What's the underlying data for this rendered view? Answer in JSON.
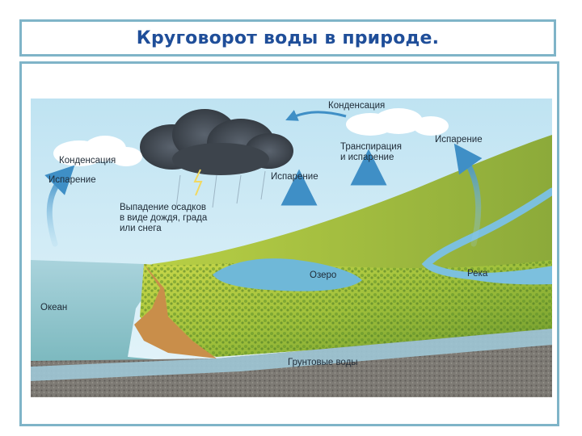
{
  "title": "Круговорот воды в природе.",
  "labels": {
    "condensation_top": "Конденсация",
    "condensation_left": "Конденсация",
    "evaporation_left": "Испарение",
    "precipitation_line1": "Выпадение осадков",
    "precipitation_line2": "в виде дождя, града",
    "precipitation_line3": "или снега",
    "evaporation_middle": "Испарение",
    "transpiration_line1": "Транспирация",
    "transpiration_line2": "и испарение",
    "evaporation_right": "Испарение",
    "lake": "Озеро",
    "river": "Река",
    "ocean": "Океан",
    "groundwater": "Грунтовые воды"
  }
}
